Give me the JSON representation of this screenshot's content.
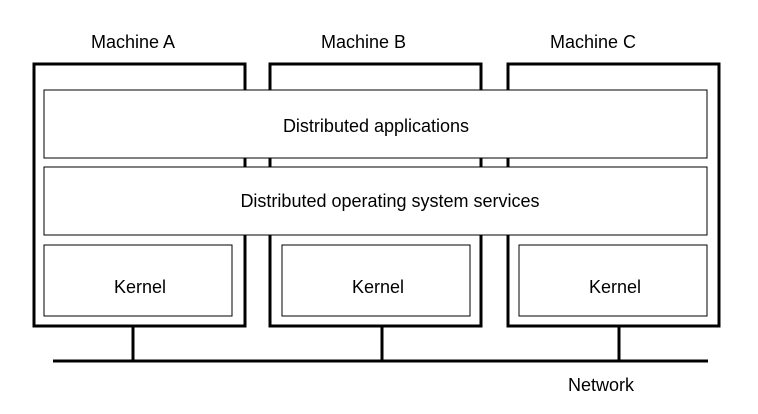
{
  "machines": [
    {
      "label": "Machine A",
      "kernel_label": "Kernel"
    },
    {
      "label": "Machine B",
      "kernel_label": "Kernel"
    },
    {
      "label": "Machine C",
      "kernel_label": "Kernel"
    }
  ],
  "layers": {
    "applications": "Distributed applications",
    "os_services": "Distributed operating system services"
  },
  "network_label": "Network",
  "colors": {
    "line": "#000000",
    "background": "#ffffff"
  }
}
